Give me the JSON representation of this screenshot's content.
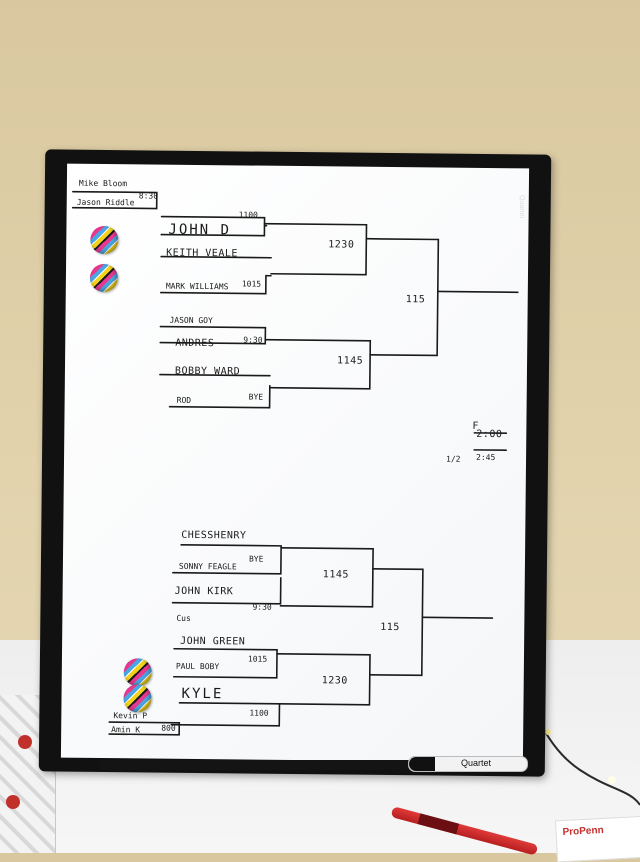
{
  "board": {
    "brand_label": "Quartet",
    "top_left": {
      "line1": "Mike Bloom",
      "line2": "Jason Riddle",
      "time": "8:30"
    },
    "bottom_left": {
      "line1": "Kevin P",
      "line2": "Amin K",
      "time": "800"
    },
    "upper_bracket": {
      "e1": "JOHN D",
      "e1_time": "1100",
      "e2": "KEITH VEALE",
      "e3": "MARK WILLIAMS",
      "e3_time": "1015",
      "e4": "JASON GOY",
      "e5": "ANDRES",
      "e5_time": "9:30",
      "e6": "BOBBY WARD",
      "e7": "ROD",
      "e7_time": "BYE",
      "r2a": "1230",
      "r2b": "1145",
      "final": "115"
    },
    "lower_bracket": {
      "e1": "CHESSHENRY",
      "e2": "SONNY FEAGLE",
      "e2_time": "BYE",
      "e3": "JOHN KIRK",
      "e4": "Cus",
      "e4_time": "9:30",
      "e5": "JOHN GREEN",
      "e6": "PAUL BOBY",
      "e6_time": "1015",
      "e7": "KYLE",
      "e7_time": "1100",
      "r2a": "1145",
      "r2b": "1230",
      "final": "115"
    },
    "finals_note": {
      "l1": "F",
      "v1": "2:00",
      "l2": "1/2",
      "v2": "2:45"
    }
  },
  "marker_label": "Quartet",
  "card_label": "ProPenn"
}
